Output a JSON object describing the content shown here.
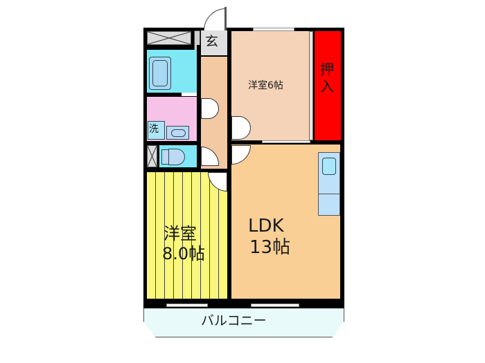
{
  "floorplan": {
    "rooms": [
      {
        "id": "entrance",
        "label": "玄",
        "color": "#e0e0e0"
      },
      {
        "id": "western-room-6",
        "label": "洋室6帖",
        "color": "#f5d3b8"
      },
      {
        "id": "closet",
        "label": "押入",
        "color": "#ff0000"
      },
      {
        "id": "bath",
        "label": "",
        "color": "#80e8f5"
      },
      {
        "id": "washroom",
        "label": "",
        "color": "#f7c2e8"
      },
      {
        "id": "washer",
        "label": "洗",
        "color": "#aee6f5"
      },
      {
        "id": "toilet",
        "label": "",
        "color": "#80e8f5"
      },
      {
        "id": "hallway",
        "label": "",
        "color": "#f3c9a4"
      },
      {
        "id": "western-room-8",
        "label_line1": "洋室",
        "label_line2": "8.0帖",
        "color": "#f9f77c"
      },
      {
        "id": "ldk",
        "label_line1": "LDK",
        "label_line2": "13帖",
        "color": "#f9cf96"
      },
      {
        "id": "kitchen",
        "label": "",
        "color": "#bfe0f9"
      },
      {
        "id": "balcony",
        "label": "バルコニー",
        "color": "#e8fafa"
      }
    ],
    "labels": {
      "entrance": "玄",
      "room6": "洋室6帖",
      "closet_1": "押",
      "closet_2": "入",
      "washer": "洗",
      "room8_1": "洋室",
      "room8_2": "8.0帖",
      "ldk_1": "LDK",
      "ldk_2": "13帖",
      "balcony": "バルコニー"
    }
  }
}
